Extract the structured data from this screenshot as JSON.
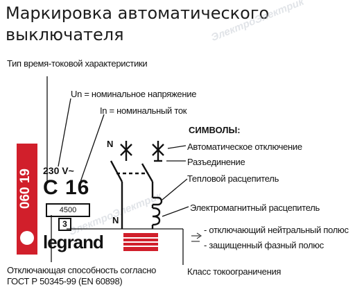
{
  "title": "Маркировка автоматического выключателя",
  "watermark_text": "ЭлектроЭлектрик",
  "labels": {
    "type_time_current": "Тип время-токовой характеристики",
    "un_rated_voltage": "Un = номинальное напряжение",
    "in_rated_current": "In = номинальный ток",
    "symbols_heading": "СИМВОЛЫ:",
    "auto_trip": "Автоматическое отключение",
    "isolation": "Разъединение",
    "thermal_release": "Тепловой расцепитель",
    "magnetic_release": "Электромагнитный расцепитель",
    "neutral_pole": "- отключающий нейтральный полюс",
    "phase_pole": "- защищенный фазный полюс",
    "breaking_capacity": "Отключающая способность согласно ГОСТ Р 50345-99 (EN 60898)",
    "limiting_class": "Класс токоограничения"
  },
  "device": {
    "code": "060 19",
    "voltage": "230 V~",
    "rating": "C 16",
    "breaking_kA": "4500",
    "limit_class": "3",
    "brand": "legrand",
    "pole_n_top": "N",
    "pole_n_bottom": "N"
  },
  "colors": {
    "brand_red": "#d11f2b",
    "text": "#111111",
    "watermark": "#c9ced6"
  }
}
